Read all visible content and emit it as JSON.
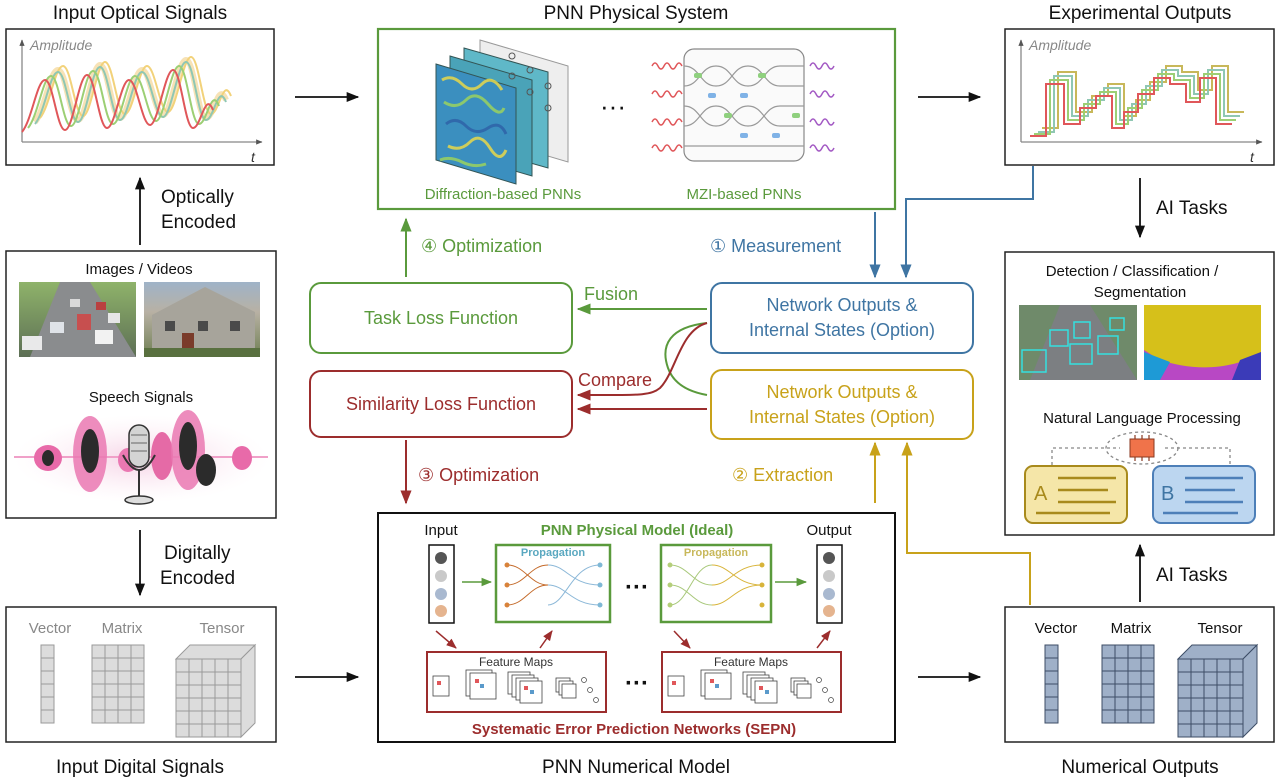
{
  "captions": {
    "input_optical": "Input Optical Signals",
    "pnn_physical": "PNN Physical System",
    "experimental_outputs": "Experimental Outputs",
    "input_digital": "Input Digital Signals",
    "pnn_numerical": "PNN Numerical Model",
    "numerical_outputs": "Numerical Outputs"
  },
  "plots": {
    "amplitude": "Amplitude",
    "t": "t"
  },
  "encoding": {
    "optically_1": "Optically",
    "optically_2": "Encoded",
    "digitally_1": "Digitally",
    "digitally_2": "Encoded"
  },
  "media": {
    "images_videos": "Images / Videos",
    "speech_signals": "Speech Signals"
  },
  "digital": {
    "vector": "Vector",
    "matrix": "Matrix",
    "tensor": "Tensor"
  },
  "physical_system": {
    "diffraction_label": "Diffraction-based PNNs",
    "mzi_label": "MZI-based PNNs",
    "ellipsis": "···"
  },
  "loop": {
    "optimization_4": "④ Optimization",
    "measurement_1": "① Measurement",
    "optimization_3": "③ Optimization",
    "extraction_2": "② Extraction",
    "fusion": "Fusion",
    "compare": "Compare",
    "task_loss": "Task Loss Function",
    "similarity_loss": "Similarity Loss Function",
    "net_out_1a": "Network Outputs &",
    "net_out_1b": "Internal States (Option)",
    "net_out_2a": "Network Outputs &",
    "net_out_2b": "Internal States (Option)"
  },
  "numerical_model": {
    "input": "Input",
    "output": "Output",
    "physical_model": "PNN Physical Model (Ideal)",
    "propagation": "Propagation",
    "feature_maps": "Feature Maps",
    "sepn": "Systematic Error Prediction Networks (SEPN)",
    "ellipsis": "···"
  },
  "ai": {
    "ai_tasks": "AI Tasks",
    "detection_1": "Detection / Classification /",
    "detection_2": "Segmentation",
    "nlp": "Natural Language Processing",
    "doc_a": "A",
    "doc_b": "B"
  },
  "colors": {
    "green": "#5a9a3c",
    "blue": "#3f75a3",
    "gold": "#c8a21a",
    "red": "#9c2d2d",
    "gray": "#c8c8c8",
    "slate": "#8fa0b7"
  }
}
